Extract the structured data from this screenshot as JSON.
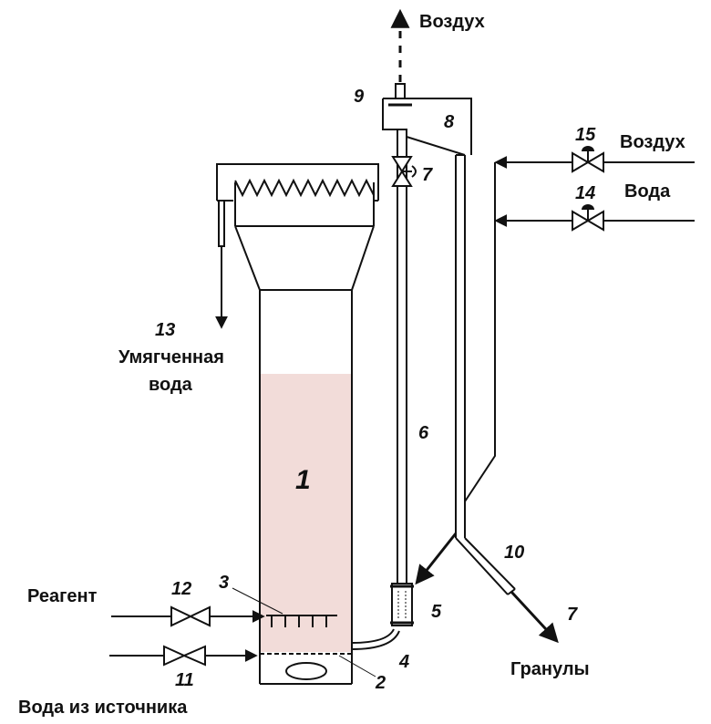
{
  "colors": {
    "line": "#111111",
    "fluid_zone": "#f2dcd9",
    "background": "#ffffff"
  },
  "labels": {
    "air_top": "Воздух",
    "air_right": "Воздух",
    "water_right": "Вода",
    "softened_water_line1": "Умягченная",
    "softened_water_line2": "вода",
    "reagent": "Реагент",
    "source_water": "Вода из источника",
    "granules": "Гранулы"
  },
  "numbers": {
    "n1": "1",
    "n2": "2",
    "n3": "3",
    "n4": "4",
    "n5": "5",
    "n6": "6",
    "n7a": "7",
    "n7b": "7",
    "n8": "8",
    "n9": "9",
    "n10": "10",
    "n11": "11",
    "n12": "12",
    "n13": "13",
    "n14": "14",
    "n15": "15"
  },
  "icons": {
    "valves": [
      "valve-icon-12",
      "valve-icon-11",
      "valve-icon-14",
      "valve-icon-15",
      "valve-icon-7"
    ],
    "arrows": [
      "arrow-up-icon",
      "arrow-down-icon",
      "arrow-right-icon",
      "arrow-left-icon"
    ]
  }
}
